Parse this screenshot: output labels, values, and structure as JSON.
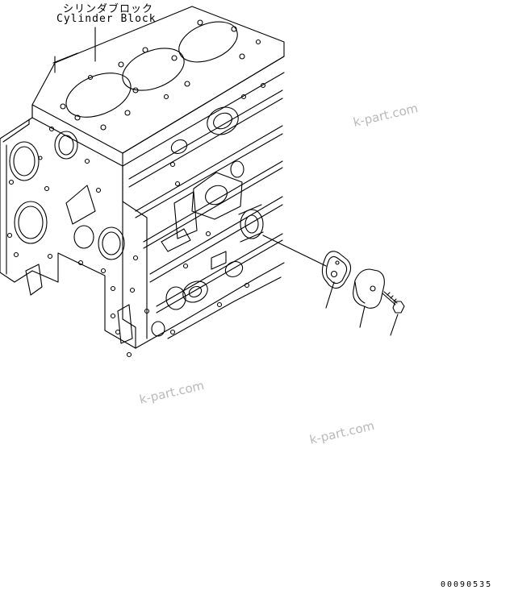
{
  "title": {
    "japanese": "シリンダブロック",
    "english": "Cylinder Block"
  },
  "watermarks": [
    "k-part.com",
    "k-part.com",
    "k-part.com"
  ],
  "drawing_code": "00090535",
  "colors": {
    "line": "#000000",
    "watermark": "#b9b9b9",
    "background": "#ffffff"
  }
}
